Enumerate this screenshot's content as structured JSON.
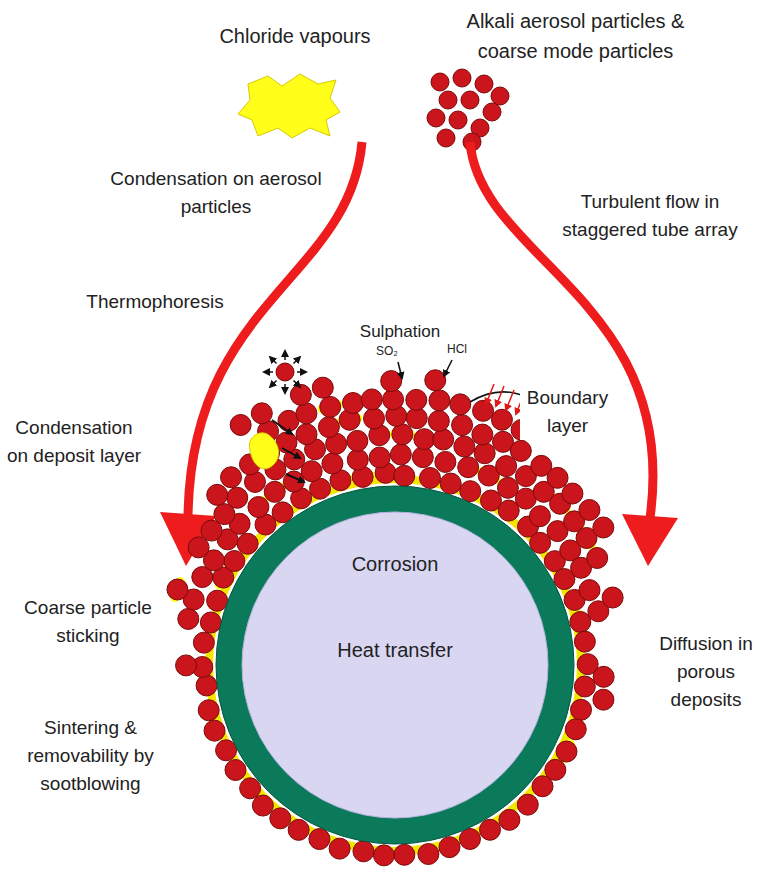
{
  "diagram": {
    "nodes": [
      {
        "text": [
          "Corrosion",
          "Heat transfer"
        ]
      }
    ],
    "labels": [
      "Chloride vapours",
      "Alkali aerosol particles & coarse mode particles",
      "Condensation on aerosol particles",
      "Turbulent flow in staggered tube array",
      "Thermophoresis",
      "Sulphation",
      "SO₂",
      "HCl",
      "Boundary layer",
      "Condensation on deposit layer",
      "Coarse particle sticking",
      "Diffusion in porous deposits",
      "Sintering & removability by sootblowing"
    ]
  }
}
